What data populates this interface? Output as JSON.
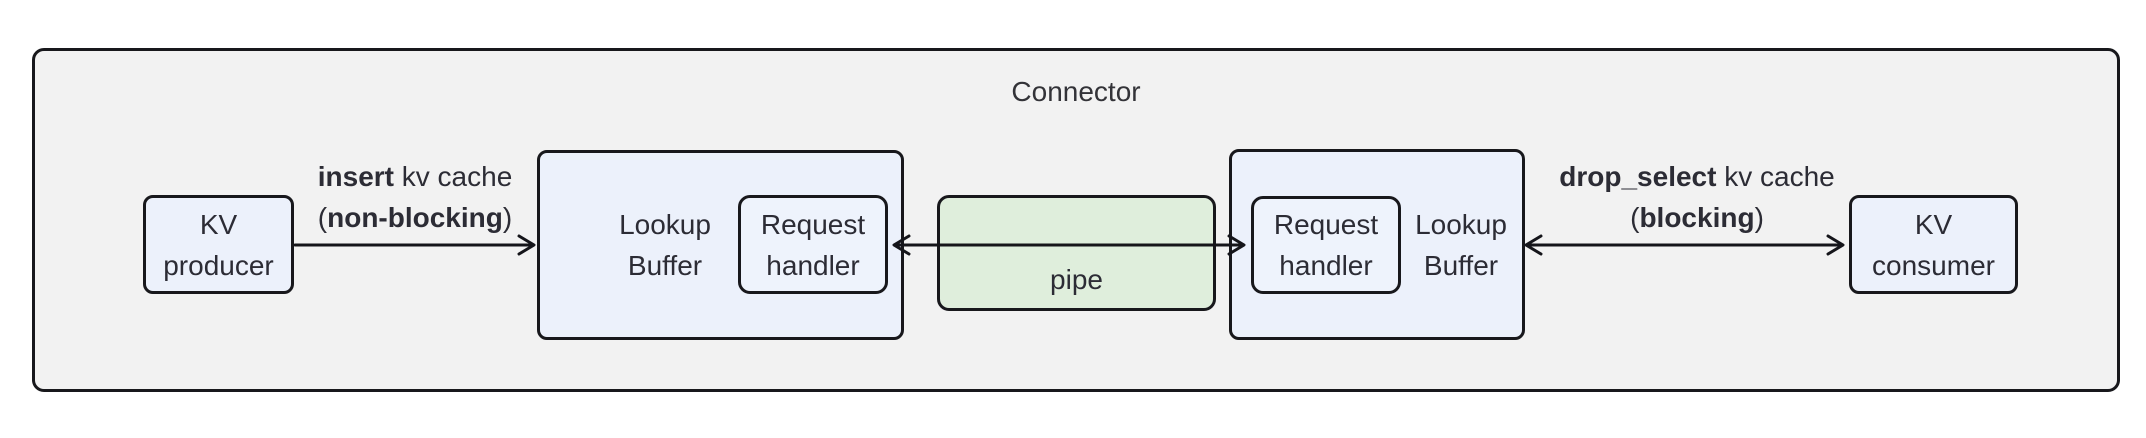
{
  "diagram": {
    "title": "Connector"
  },
  "nodes": {
    "kv_producer": {
      "line1": "KV",
      "line2": "producer"
    },
    "lookup_buffer_left": {
      "line1": "Lookup",
      "line2": "Buffer"
    },
    "request_handler_left": {
      "line1": "Request",
      "line2": "handler"
    },
    "pipe": {
      "label": "pipe"
    },
    "request_handler_right": {
      "line1": "Request",
      "line2": "handler"
    },
    "lookup_buffer_right": {
      "line1": "Lookup",
      "line2": "Buffer"
    },
    "kv_consumer": {
      "line1": "KV",
      "line2": "consumer"
    }
  },
  "edges": {
    "insert": {
      "line1": [
        {
          "text": "insert",
          "bold": true
        },
        {
          "text": " kv cache",
          "bold": false
        }
      ],
      "line2": [
        {
          "text": "(",
          "bold": false
        },
        {
          "text": "non-blocking",
          "bold": true
        },
        {
          "text": ")",
          "bold": false
        }
      ]
    },
    "drop_select": {
      "line1": [
        {
          "text": "drop_select",
          "bold": true
        },
        {
          "text": " kv cache",
          "bold": false
        }
      ],
      "line2": [
        {
          "text": "(",
          "bold": false
        },
        {
          "text": "blocking",
          "bold": true
        },
        {
          "text": ")",
          "bold": false
        }
      ]
    }
  },
  "colors": {
    "canvas_bg": "#ffffff",
    "connector_bg": "#f2f2f2",
    "node_bg": "#ecf1fb",
    "pipe_bg": "#dfeedc",
    "border": "#18181c",
    "text": "#2c2c35"
  }
}
